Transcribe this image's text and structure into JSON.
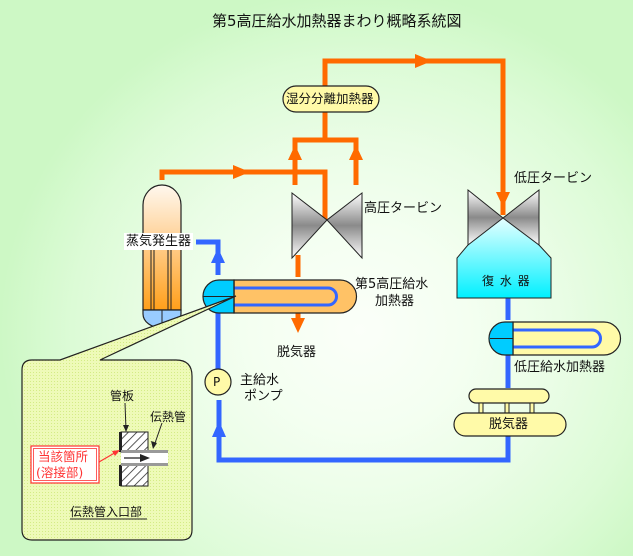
{
  "title": "第5高圧給水加熱器まわり概略系統図",
  "colors": {
    "steam_line": "#ff6a00",
    "water_line": "#3366ff",
    "background": "#dcfbd6",
    "callout_fill": "#eef9b0",
    "highlight_red": "#ff3333"
  },
  "components": {
    "moisture_separator_heater": "湿分分離加熱器",
    "high_pressure_turbine": "高圧タービン",
    "low_pressure_turbine": "低圧タービン",
    "steam_generator": "蒸気発生器",
    "hp_heater_5_line1": "第5高圧給水",
    "hp_heater_5_line2": "加熱器",
    "deaerator_arrow_label": "脱気器",
    "condenser": "復 水 器",
    "lp_heater": "低圧給水加熱器",
    "deaerator": "脱気器",
    "main_pump_symbol": "P",
    "main_pump_line1": "主給水",
    "main_pump_line2": "ポンプ"
  },
  "detail": {
    "tube_sheet": "管板",
    "heat_tube": "伝熱管",
    "target_line1": "当該箇所",
    "target_line2": "(溶接部)",
    "caption": "伝熱管入口部"
  }
}
